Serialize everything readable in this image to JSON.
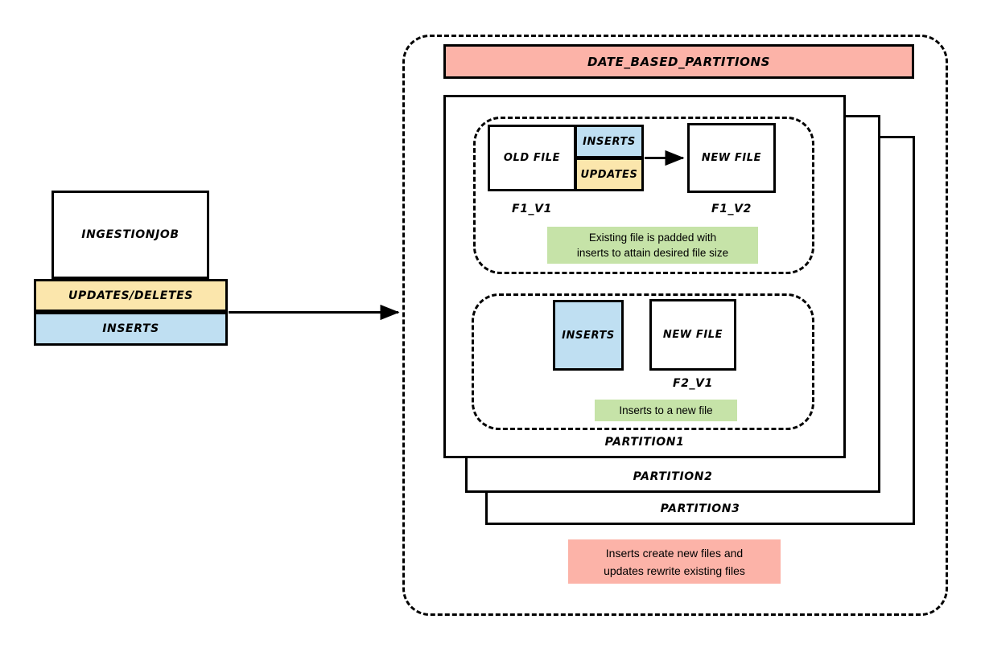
{
  "diagram": {
    "title_banner": "DATE_BASED_PARTITIONS",
    "source": {
      "job_label": "INGESTIONJOB",
      "updates_label": "UPDATES/DELETES",
      "inserts_label": "INSERTS"
    },
    "flow_arrow": "arrow-right",
    "partition_group_1": {
      "old_file_label": "OLD FILE",
      "inserts_label": "INSERTS",
      "updates_label": "UPDATES",
      "new_file_label": "NEW FILE",
      "old_file_caption": "F1_V1",
      "new_file_caption": "F1_V2",
      "note": "Existing file is padded with inserts to attain desired file size",
      "note_line1": "Existing file is padded with",
      "note_line2": "inserts to attain desired file size",
      "inner_arrow": "arrow-right"
    },
    "partition_group_2": {
      "inserts_label": "INSERTS",
      "new_file_label": "NEW FILE",
      "new_file_caption": "F2_V1",
      "note": "Inserts to a new file"
    },
    "partition_stack": [
      {
        "label": "PARTITION1"
      },
      {
        "label": "PARTITION2"
      },
      {
        "label": "PARTITION3"
      }
    ],
    "footer_note": {
      "line1": "Inserts create new files and",
      "line2": "updates rewrite existing files"
    },
    "colors": {
      "inserts": "#bfdff2",
      "updates": "#fbe6ac",
      "banner": "#fcb3a8",
      "note_green": "#c6e3a8",
      "note_pink": "#fcb3a8",
      "stroke": "#000000"
    }
  }
}
